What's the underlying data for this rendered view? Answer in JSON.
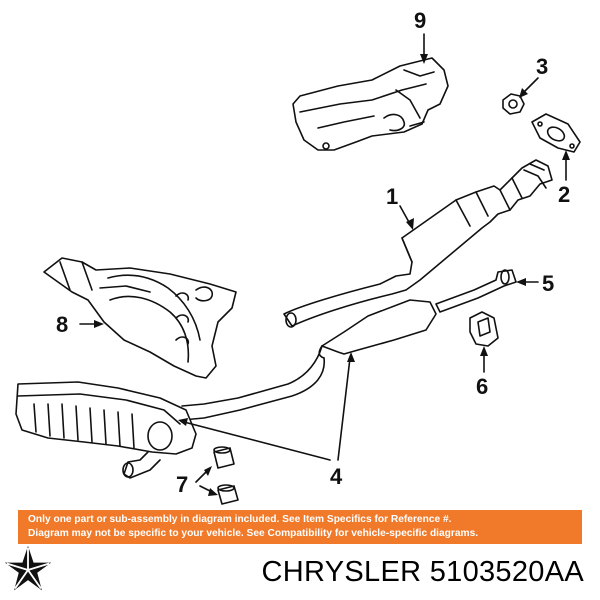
{
  "callouts": {
    "c1": "1",
    "c2": "2",
    "c3": "3",
    "c4": "4",
    "c5": "5",
    "c6": "6",
    "c7": "7",
    "c8": "8",
    "c9": "9"
  },
  "notice": {
    "line1": "Only one part or sub-assembly in diagram included. See Item Specifics for Reference #.",
    "line2": "Diagram may not be specific to your vehicle. See Compatibility for vehicle-specific diagrams."
  },
  "caption": "CHRYSLER 5103520AA",
  "colors": {
    "notice_bg": "#f07a2a",
    "line": "#111111"
  }
}
